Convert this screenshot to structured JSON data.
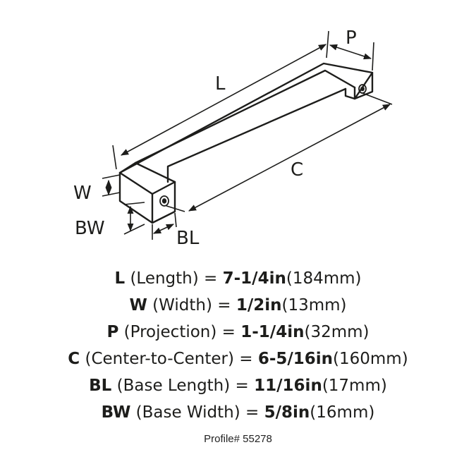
{
  "diagram": {
    "labels": {
      "length": "L",
      "projection": "P",
      "center": "C",
      "width": "W",
      "base_width": "BW",
      "base_length": "BL"
    }
  },
  "specs": [
    {
      "abbr": "L",
      "name": " (Length) = ",
      "imperial": "7-1/4in",
      "metric": "(184mm)"
    },
    {
      "abbr": "W",
      "name": " (Width) = ",
      "imperial": "1/2in",
      "metric": "(13mm)"
    },
    {
      "abbr": "P",
      "name": " (Projection) = ",
      "imperial": "1-1/4in",
      "metric": "(32mm)"
    },
    {
      "abbr": "C",
      "name": " (Center-to-Center) = ",
      "imperial": "6-5/16in",
      "metric": "(160mm)"
    },
    {
      "abbr": "BL",
      "name": " (Base Length) = ",
      "imperial": "11/16in",
      "metric": "(17mm)"
    },
    {
      "abbr": "BW",
      "name": " (Base Width) = ",
      "imperial": "5/8in",
      "metric": "(16mm)"
    }
  ],
  "profile": "Profile# 55278",
  "colors": {
    "ink": "#1d1d1b"
  }
}
